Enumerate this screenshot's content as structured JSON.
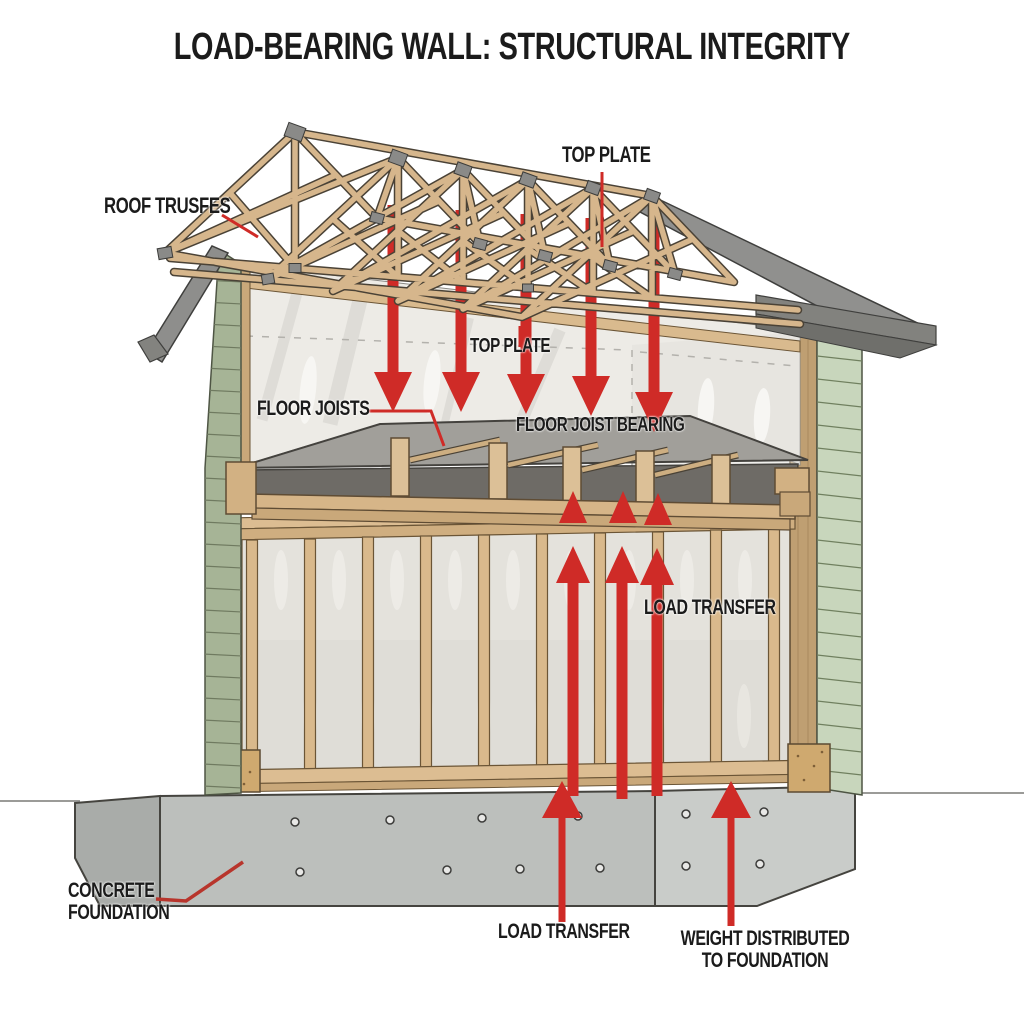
{
  "title": "LOAD-BEARING WALL: STRUCTURAL INTEGRITY",
  "labels": {
    "roof_trusses": "ROOF TRUSFES",
    "top_plate_upper": "TOP PLATE",
    "top_plate_mid": "TOP PLATE",
    "floor_joists": "FLOOR JOISTS",
    "floor_joist_bearing": "FLOOR JOIST BEARING",
    "load_transfer_mid": "LOAD TRANSFER",
    "load_transfer_bottom": "LOAD TRANSFER",
    "concrete_foundation_line1": "CONCRETE",
    "concrete_foundation_line2": "FOUNDATION",
    "weight_distributed_line1": "WEIGHT DISTRIBUTED",
    "weight_distributed_line2": "TO FOUNDATION"
  },
  "arrow_counts": {
    "down_load_arrows": 5,
    "up_arrowheads_at_joists": 3,
    "up_arrows_in_wall": 3,
    "up_arrows_at_foundation": 2
  },
  "colors": {
    "arrow_red": "#cf2b27",
    "leader_red": "#b8352c",
    "wood_tan": "#d6b68c",
    "wood_outline": "#5f4c34",
    "gable_green": "#a6b496",
    "siding_green_right": "#c8d6bc",
    "roof_gray": "#8e8e8c",
    "foundation_gray": "#bcbfbc",
    "drywall": "#edebe6",
    "text_color": "#1b1b1b",
    "background": "#ffffff"
  }
}
